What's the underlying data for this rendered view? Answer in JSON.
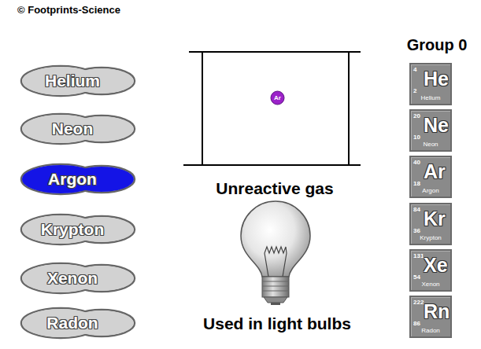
{
  "diagram": {
    "nodes": [
      {
        "text": [
          "Helium"
        ]
      },
      {
        "text": [
          "Neon"
        ]
      },
      {
        "text": [
          "Argon"
        ]
      },
      {
        "text": [
          "Krypton"
        ]
      },
      {
        "text": [
          "Xenon"
        ]
      },
      {
        "text": [
          "Radon"
        ]
      },
      {
        "text": [
          "Ar"
        ]
      },
      {
        "text": [
          "4",
          "2",
          "He",
          "Helium"
        ]
      },
      {
        "text": [
          "20",
          "10",
          "Ne",
          "Neon"
        ]
      },
      {
        "text": [
          "40",
          "18",
          "Ar",
          "Argon"
        ]
      },
      {
        "text": [
          "84",
          "36",
          "Kr",
          "Krypton"
        ]
      },
      {
        "text": [
          "131",
          "54",
          "Xe",
          "Xenon"
        ]
      },
      {
        "text": [
          "222",
          "86",
          "Rn",
          "Radon"
        ]
      }
    ],
    "labels": [
      "© Footprints-Science",
      "Group 0",
      "Unreactive gas",
      "Used in light bulbs"
    ]
  }
}
